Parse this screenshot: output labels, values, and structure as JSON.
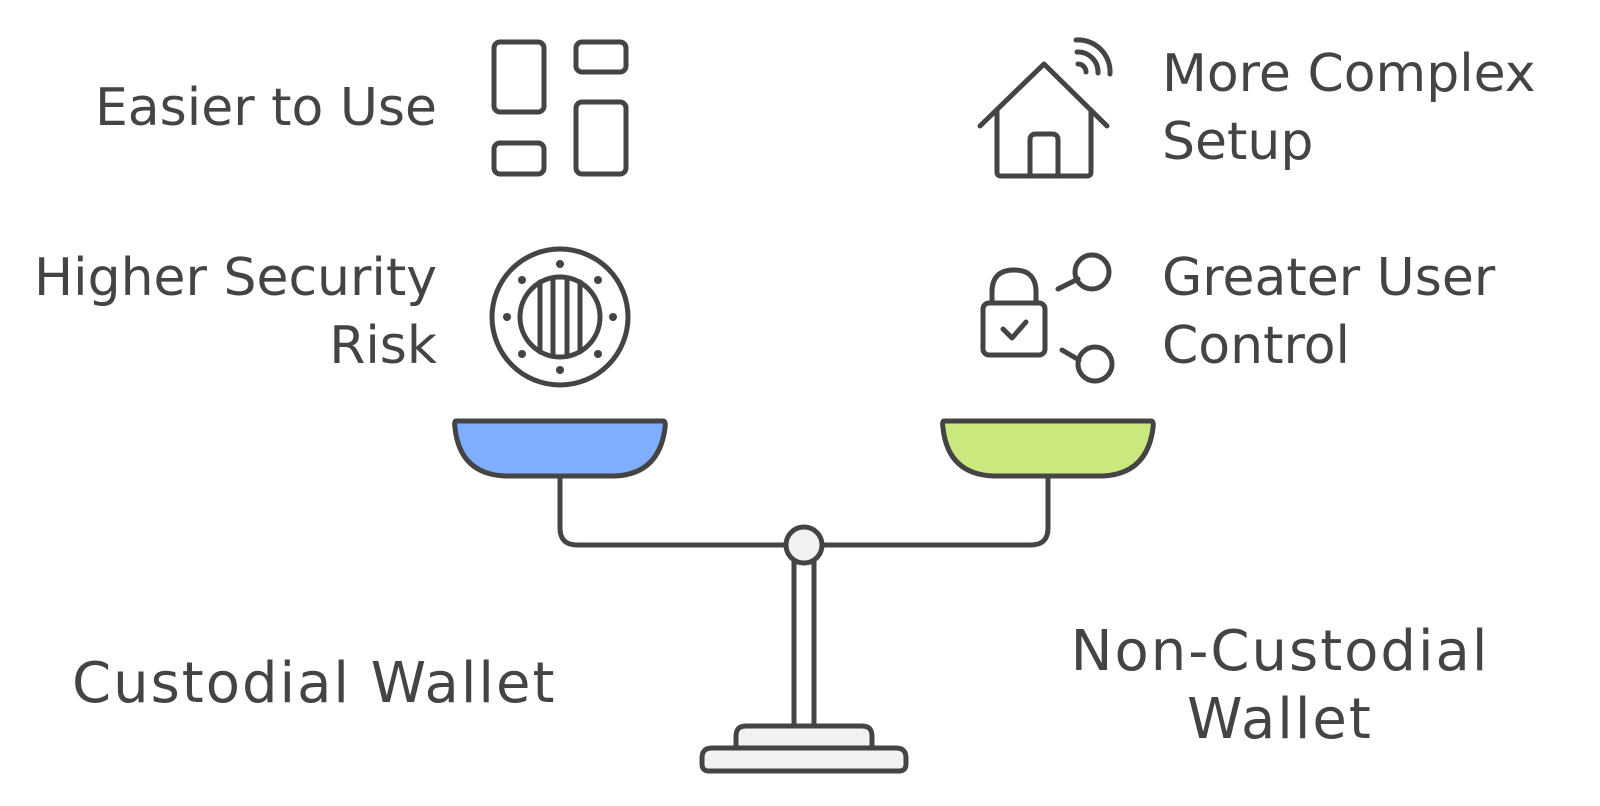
{
  "left": {
    "title": "Custodial Wallet",
    "pan_color": "#80aeff",
    "features": [
      {
        "lines": [
          "Easier to Use"
        ],
        "icon": "dashboard-tiles-icon"
      },
      {
        "lines": [
          "Higher Security",
          "Risk"
        ],
        "icon": "vault-door-icon"
      }
    ]
  },
  "right": {
    "title_lines": [
      "Non-Custodial",
      "Wallet"
    ],
    "pan_color": "#c9e97f",
    "features": [
      {
        "lines": [
          "More Complex",
          "Setup"
        ],
        "icon": "smart-home-icon"
      },
      {
        "lines": [
          "Greater User",
          "Control"
        ],
        "icon": "lock-network-icon"
      }
    ]
  },
  "colors": {
    "stroke": "#444444",
    "text": "#444444",
    "base_fill": "#f2f2f2"
  }
}
